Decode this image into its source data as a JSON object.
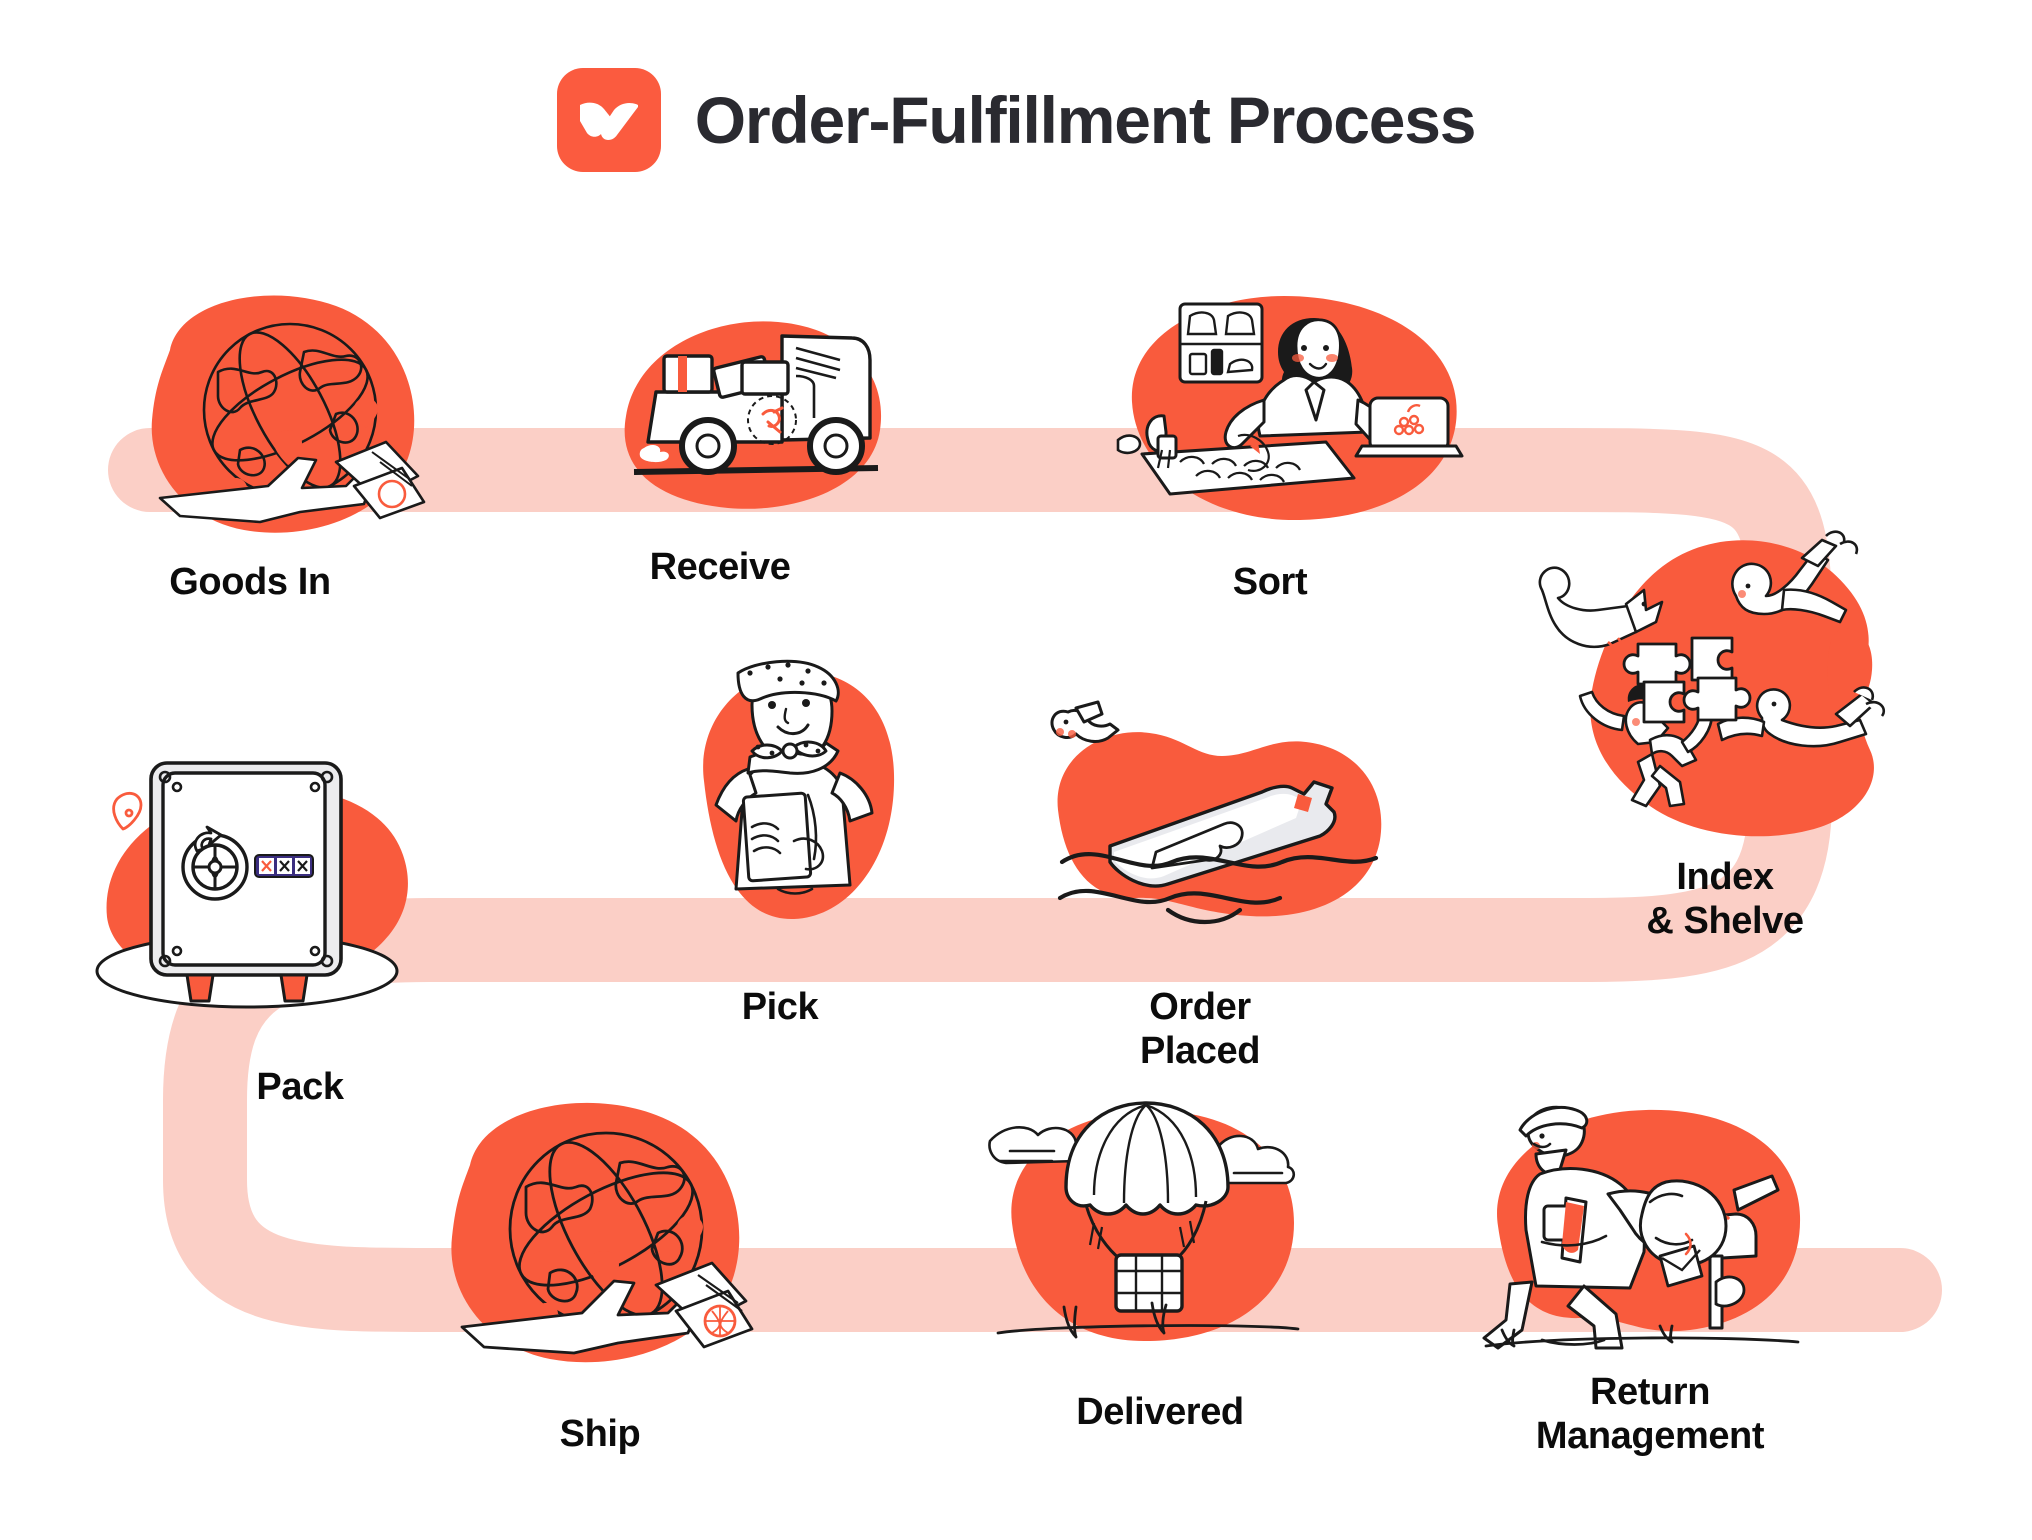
{
  "header": {
    "title": "Order-Fulfillment Process",
    "logo_icon": "wingmark-logo-icon",
    "logo_color": "#FB5B3F"
  },
  "palette": {
    "blob_red": "#F95B3D",
    "path_pink": "#FBCFC6",
    "ink": "#1A1A1A",
    "label_text": "#0C0C0C",
    "title_text": "#2A2A30",
    "background": "#FFFFFF"
  },
  "diagram": {
    "type": "process-flow",
    "orientation": "serpentine",
    "row_count": 3,
    "step_count": 9,
    "flow_order": [
      "Goods In",
      "Receive",
      "Sort",
      "Index & Shelve",
      "Pack",
      "Pick",
      "Order Placed",
      "Ship",
      "Delivered",
      "Return Management"
    ],
    "steps": [
      {
        "id": "goods-in",
        "label": "Goods In",
        "row": 1,
        "illustration": "globe-airplane-passport-illustration"
      },
      {
        "id": "receive",
        "label": "Receive",
        "row": 1,
        "illustration": "delivery-truck-with-boxes-illustration"
      },
      {
        "id": "sort",
        "label": "Sort",
        "row": 1,
        "illustration": "person-sorting-at-counter-illustration"
      },
      {
        "id": "index",
        "label": "Index\n& Shelve",
        "row": 1,
        "illustration": "people-assembling-puzzle-pieces-illustration"
      },
      {
        "id": "pack",
        "label": "Pack",
        "row": 2,
        "illustration": "security-safe-vault-illustration"
      },
      {
        "id": "pick",
        "label": "Pick",
        "row": 2,
        "illustration": "worker-with-clipboard-illustration"
      },
      {
        "id": "order",
        "label": "Order\nPlaced",
        "row": 2,
        "illustration": "message-in-a-bottle-on-waves-illustration"
      },
      {
        "id": "ship",
        "label": "Ship",
        "row": 3,
        "illustration": "globe-airplane-passport-illustration"
      },
      {
        "id": "delivered",
        "label": "Delivered",
        "row": 3,
        "illustration": "hot-air-balloon-illustration"
      },
      {
        "id": "return",
        "label": "Return\nManagement",
        "row": 3,
        "illustration": "postal-worker-with-mailbox-illustration"
      }
    ]
  }
}
